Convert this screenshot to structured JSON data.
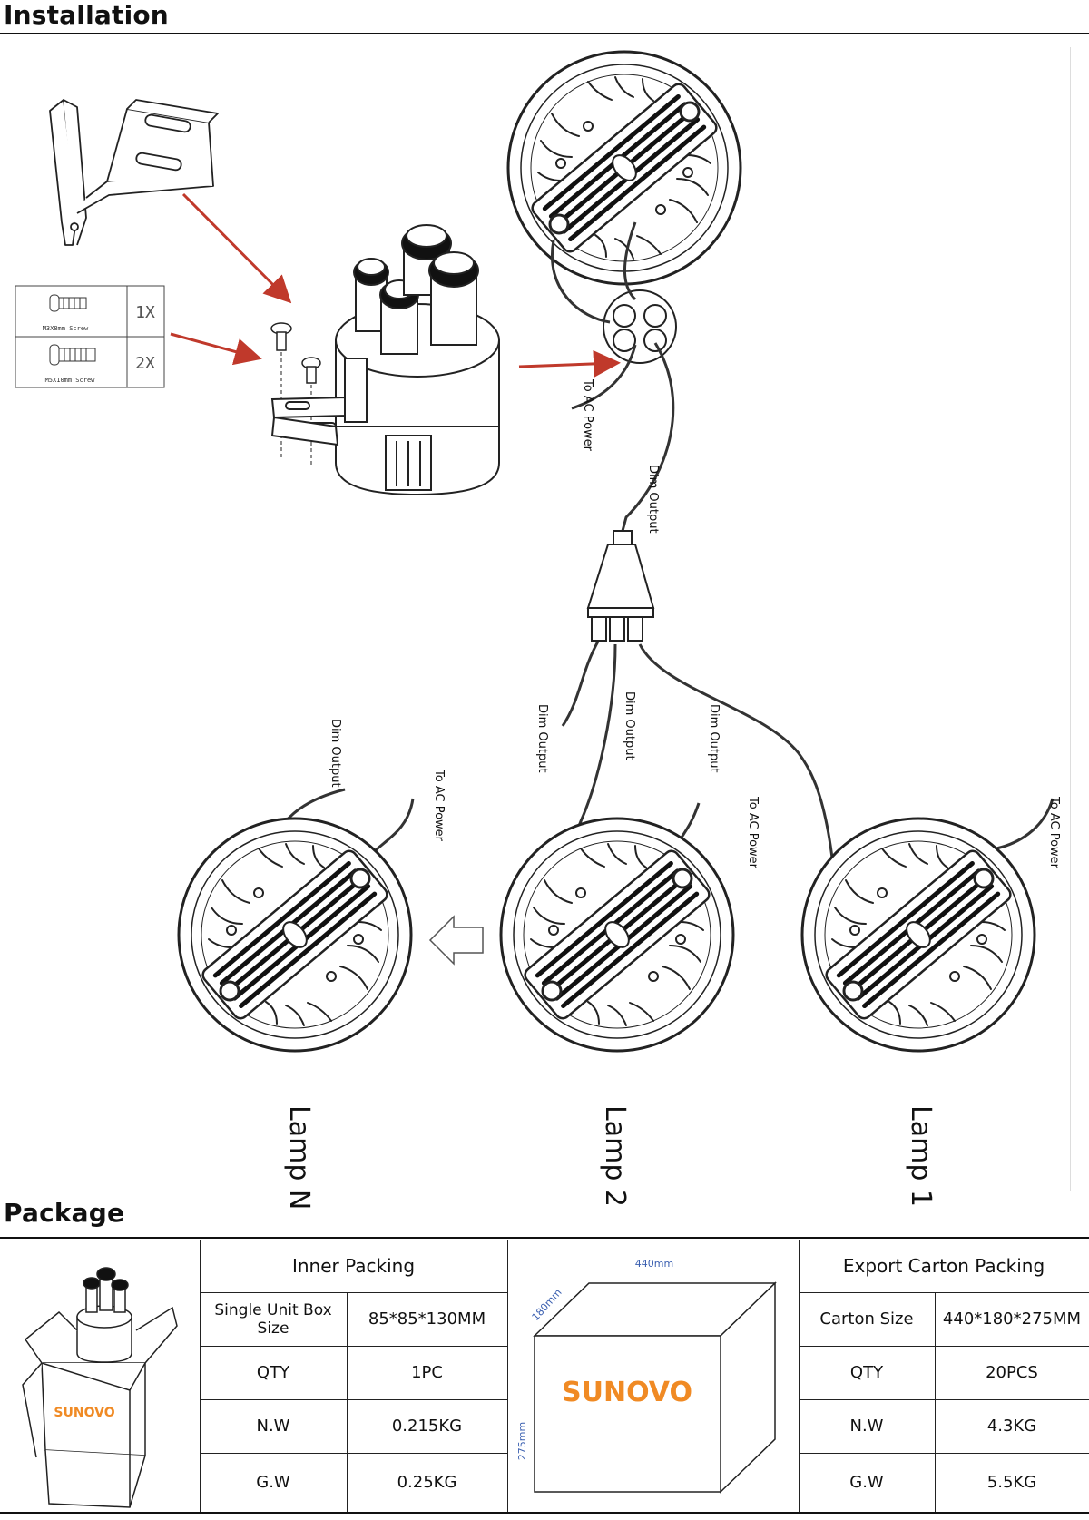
{
  "installation": {
    "title": "Installation",
    "screws": [
      {
        "name": "M3X8mm Screw",
        "qty": "1X"
      },
      {
        "name": "M5X10mm Screw",
        "qty": "2X"
      }
    ],
    "labels": {
      "to_ac_power": "To AC Power",
      "dim_output": "Dim Output"
    },
    "lamps": [
      "Lamp N",
      "Lamp 2",
      "Lamp 1"
    ]
  },
  "package": {
    "title": "Package",
    "brand": "SUNOVO",
    "carton_dims": {
      "length": "440mm",
      "width": "180mm",
      "height": "275mm"
    },
    "inner": {
      "header": "Inner Packing",
      "rows": [
        {
          "label": "Single Unit Box Size",
          "value": "85*85*130MM"
        },
        {
          "label": "QTY",
          "value": "1PC"
        },
        {
          "label": "N.W",
          "value": "0.215KG"
        },
        {
          "label": "G.W",
          "value": "0.25KG"
        }
      ]
    },
    "export": {
      "header": "Export Carton Packing",
      "rows": [
        {
          "label": "Carton Size",
          "value": "440*180*275MM"
        },
        {
          "label": "QTY",
          "value": "20PCS"
        },
        {
          "label": "N.W",
          "value": "4.3KG"
        },
        {
          "label": "G.W",
          "value": "5.5KG"
        }
      ]
    },
    "colors": {
      "brand_orange": "#f08a24",
      "brand_blue": "#3a5fb0",
      "arrow_red": "#c0392b"
    }
  }
}
